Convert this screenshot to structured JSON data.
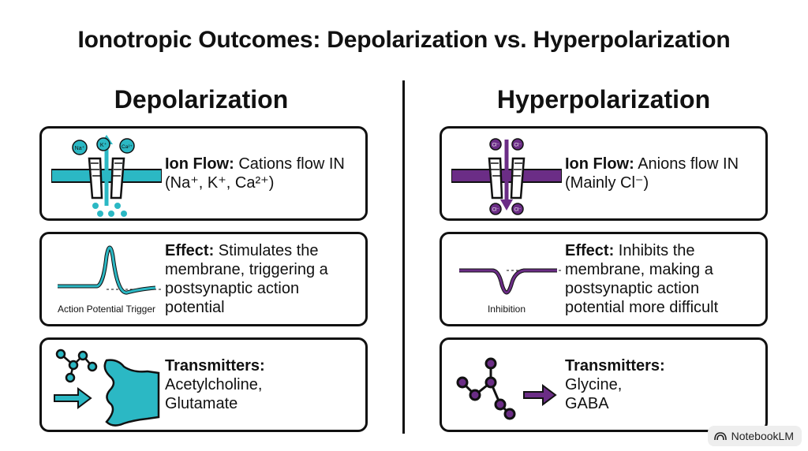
{
  "title": "Ionotropic Outcomes: Depolarization vs. Hyperpolarization",
  "colors": {
    "depolarization": "#2bb8c4",
    "hyperpolarization": "#6b2d86",
    "outline": "#111111"
  },
  "left": {
    "heading": "Depolarization",
    "ion_flow": {
      "label": "Ion Flow:",
      "text": "Cations flow IN (Na⁺, K⁺, Ca²⁺)",
      "ions": [
        "Na⁺",
        "K⁺",
        "Ca²⁺"
      ]
    },
    "effect": {
      "label": "Effect:",
      "text": "Stimulates the membrane, triggering a postsynaptic action potential",
      "caption": "Action Potential Trigger"
    },
    "transmitters": {
      "label": "Transmitters:",
      "line1": "Acetylcholine,",
      "line2": "Glutamate"
    }
  },
  "right": {
    "heading": "Hyperpolarization",
    "ion_flow": {
      "label": "Ion Flow:",
      "text": "Anions flow IN (Mainly Cl⁻)",
      "ions": [
        "Cl⁻",
        "Cl⁻",
        "Cl⁻",
        "Cl⁻"
      ]
    },
    "effect": {
      "label": "Effect:",
      "text": "Inhibits the membrane, making a postsynaptic action potential more difficult",
      "caption": "Inhibition"
    },
    "transmitters": {
      "label": "Transmitters:",
      "line1": "Glycine,",
      "line2": "GABA"
    }
  },
  "badge": {
    "label": "NotebookLM",
    "icon": "notebooklm-logo-icon"
  }
}
